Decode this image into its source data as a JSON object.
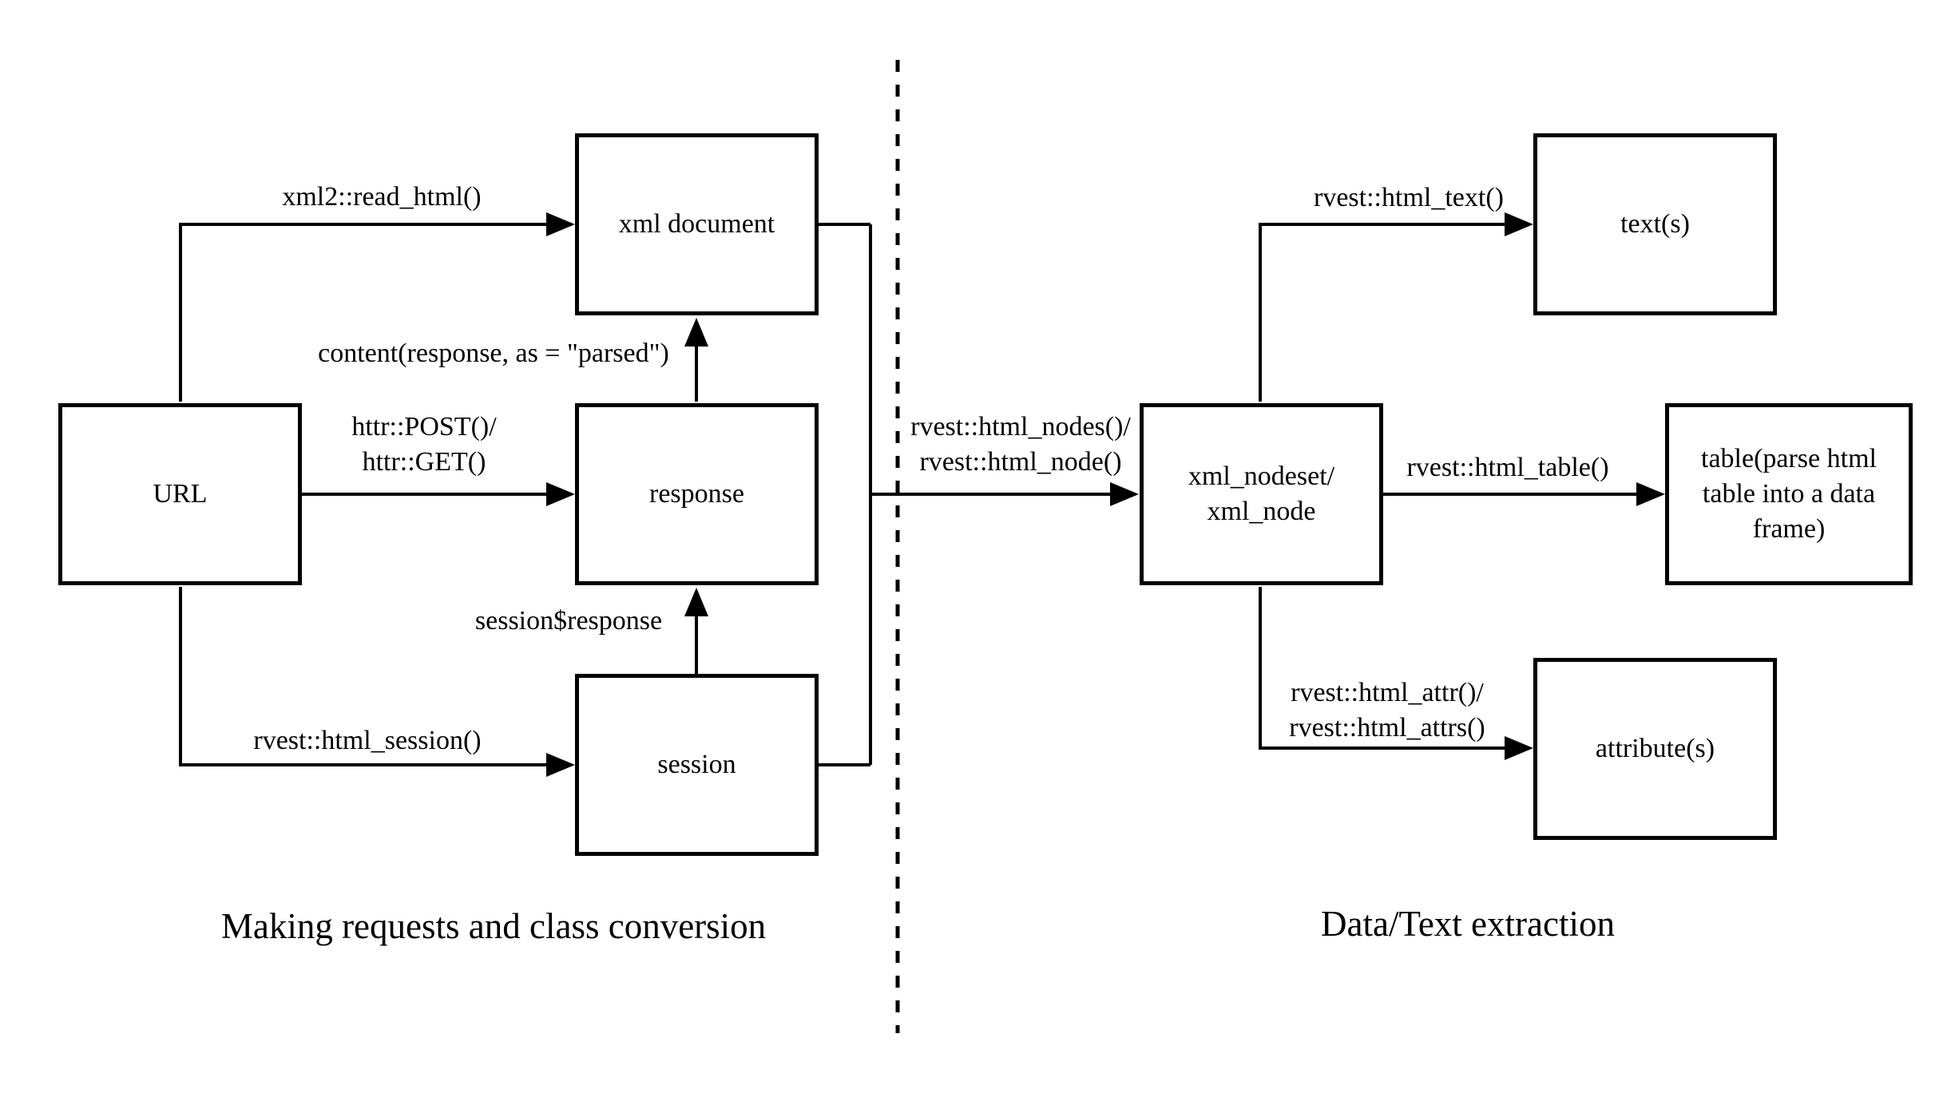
{
  "diagram": {
    "left_section_caption": "Making requests and class conversion",
    "right_section_caption": "Data/Text extraction",
    "colors": {
      "stroke": "#000000",
      "background": "#ffffff"
    },
    "nodes": {
      "url": {
        "label": "URL"
      },
      "xml_document": {
        "label": "xml document"
      },
      "response": {
        "label": "response"
      },
      "session": {
        "label": "session"
      },
      "xml_nodeset": {
        "line1": "xml_nodeset/",
        "line2": "xml_node"
      },
      "texts": {
        "label": "text(s)"
      },
      "table": {
        "line1": "table(parse html",
        "line2": "table into a data",
        "line3": "frame)"
      },
      "attributes": {
        "label": "attribute(s)"
      }
    },
    "edge_labels": {
      "read_html": {
        "label": "xml2::read_html()"
      },
      "post_get": {
        "line1": "httr::POST()/",
        "line2": "httr::GET()"
      },
      "html_session": {
        "label": "rvest::html_session()"
      },
      "content_parsed": {
        "label": "content(response, as = \"parsed\")"
      },
      "session_response": {
        "label": "session$response"
      },
      "html_nodes": {
        "line1": "rvest::html_nodes()/",
        "line2": "rvest::html_node()"
      },
      "html_text": {
        "label": "rvest::html_text()"
      },
      "html_table": {
        "label": "rvest::html_table()"
      },
      "html_attr": {
        "line1": "rvest::html_attr()/",
        "line2": "rvest::html_attrs()"
      }
    }
  }
}
